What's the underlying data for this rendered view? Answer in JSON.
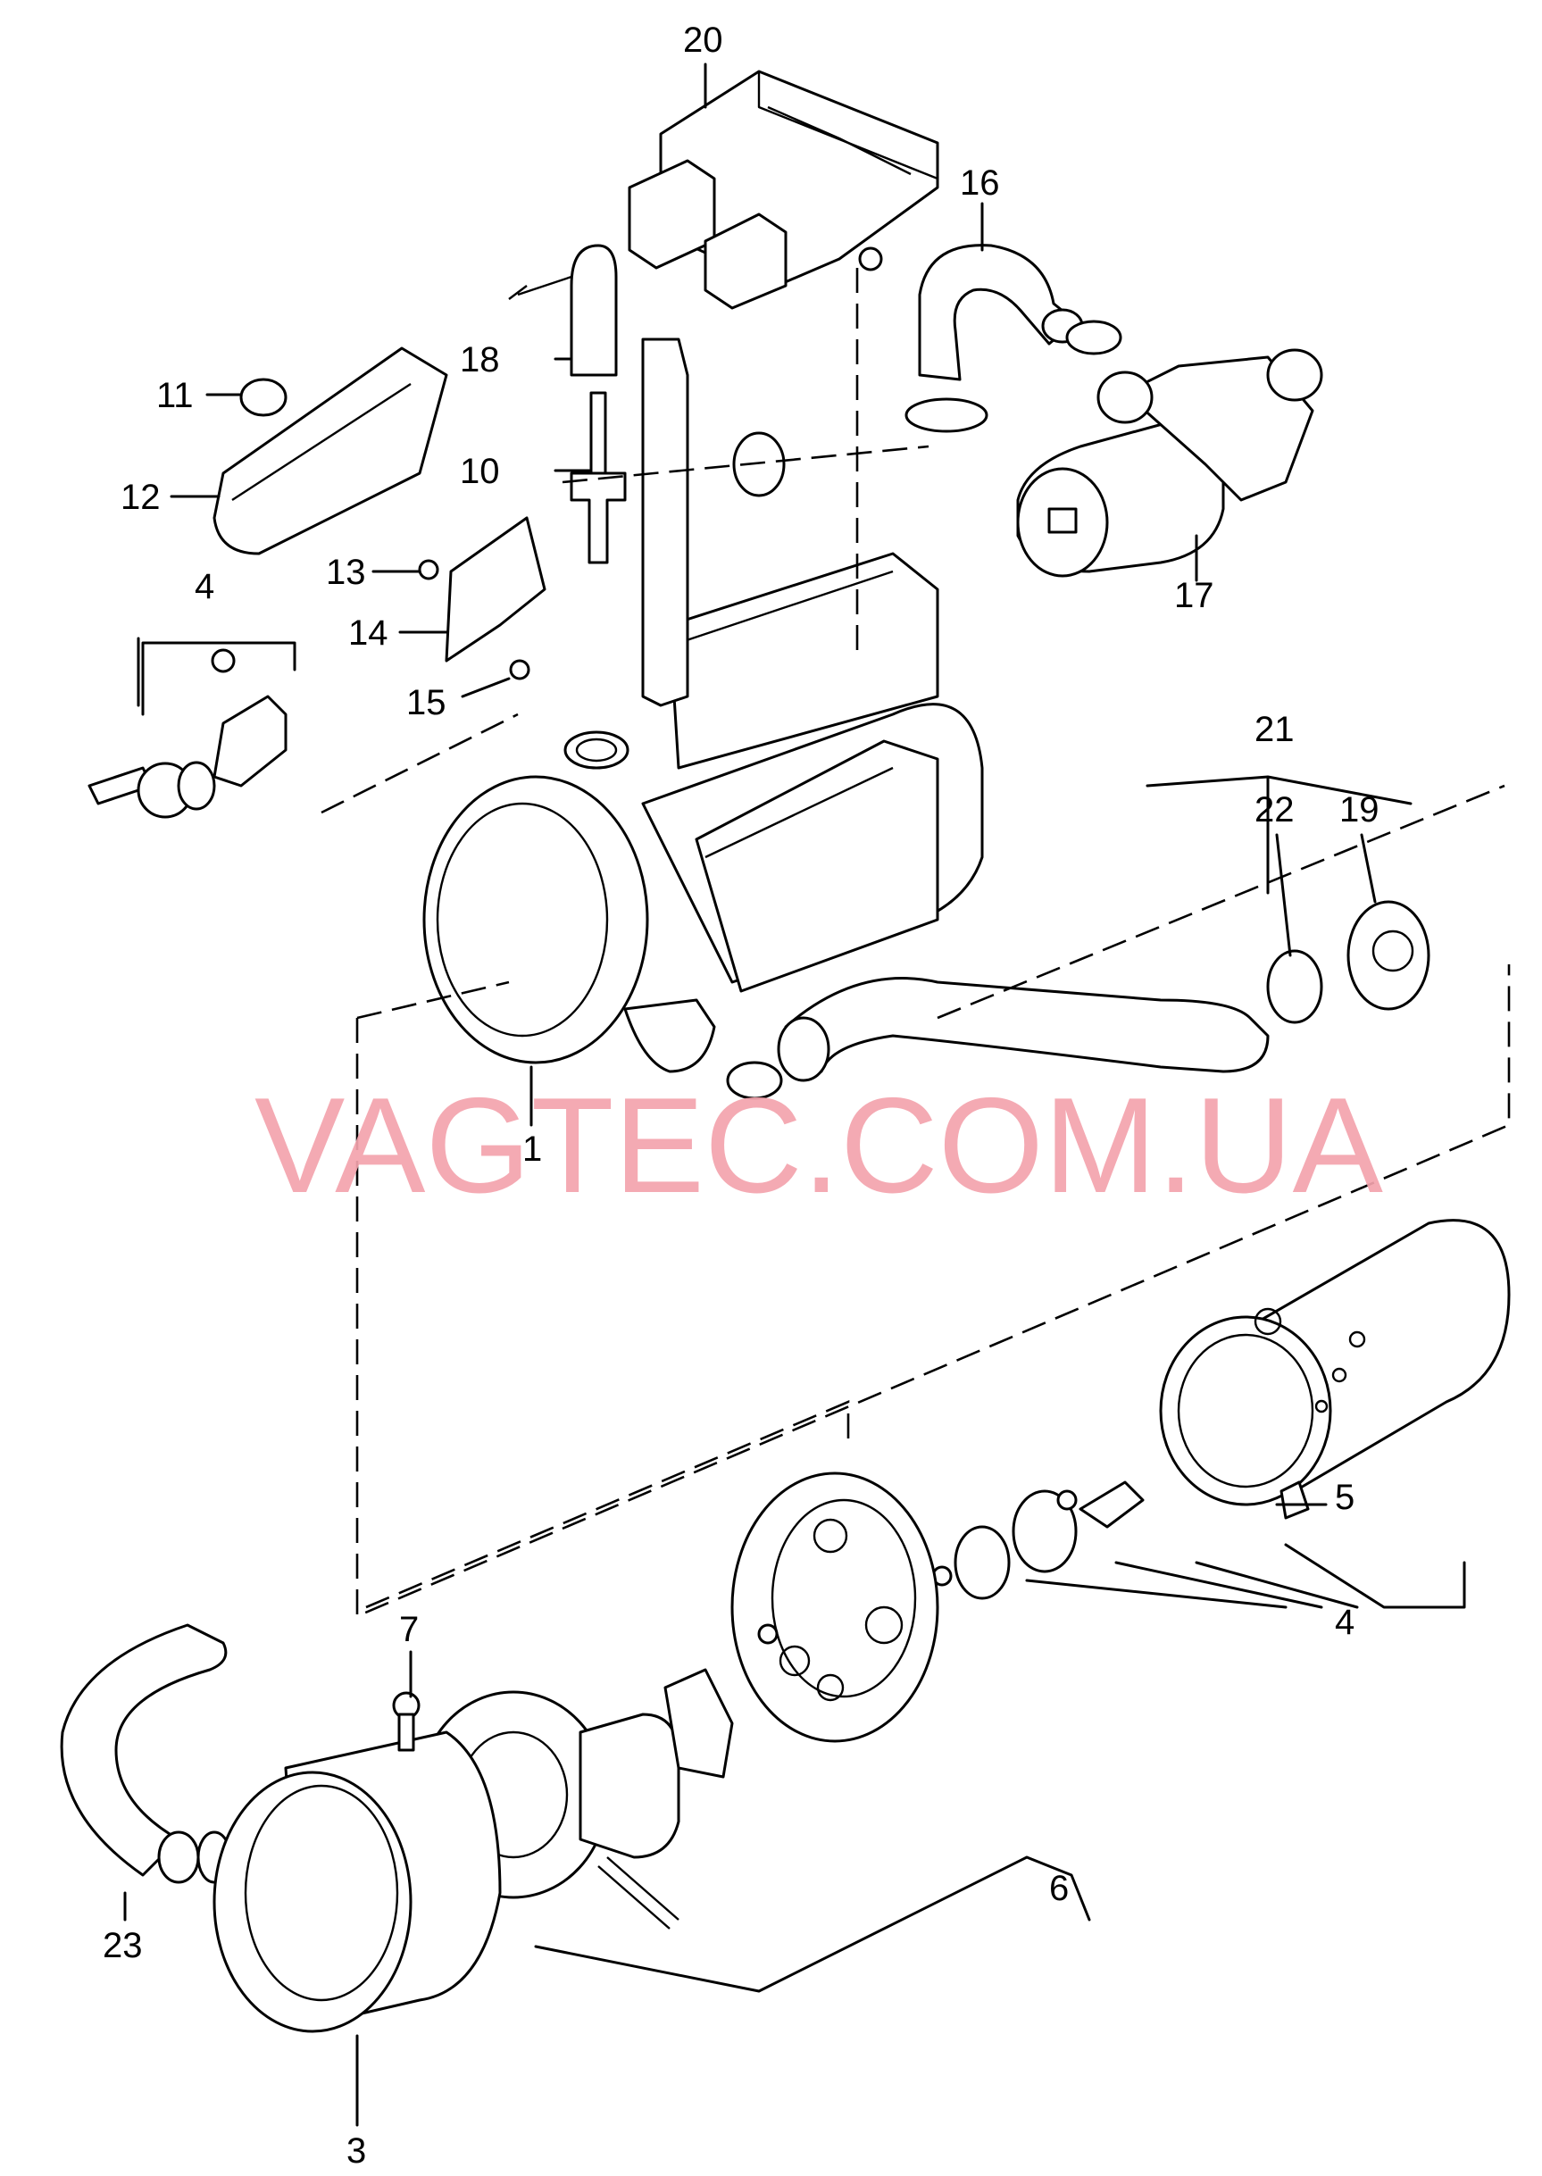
{
  "watermark": "VAGTEC.COM.UA",
  "callouts": {
    "c1": "1",
    "c3": "3",
    "c4a": "4",
    "c4b": "4",
    "c5": "5",
    "c6": "6",
    "c7": "7",
    "c10": "10",
    "c11": "11",
    "c12": "12",
    "c13": "13",
    "c14": "14",
    "c15": "15",
    "c16": "16",
    "c17": "17",
    "c18": "18",
    "c19": "19",
    "c20": "20",
    "c21": "21",
    "c22": "22",
    "c23": "23"
  }
}
